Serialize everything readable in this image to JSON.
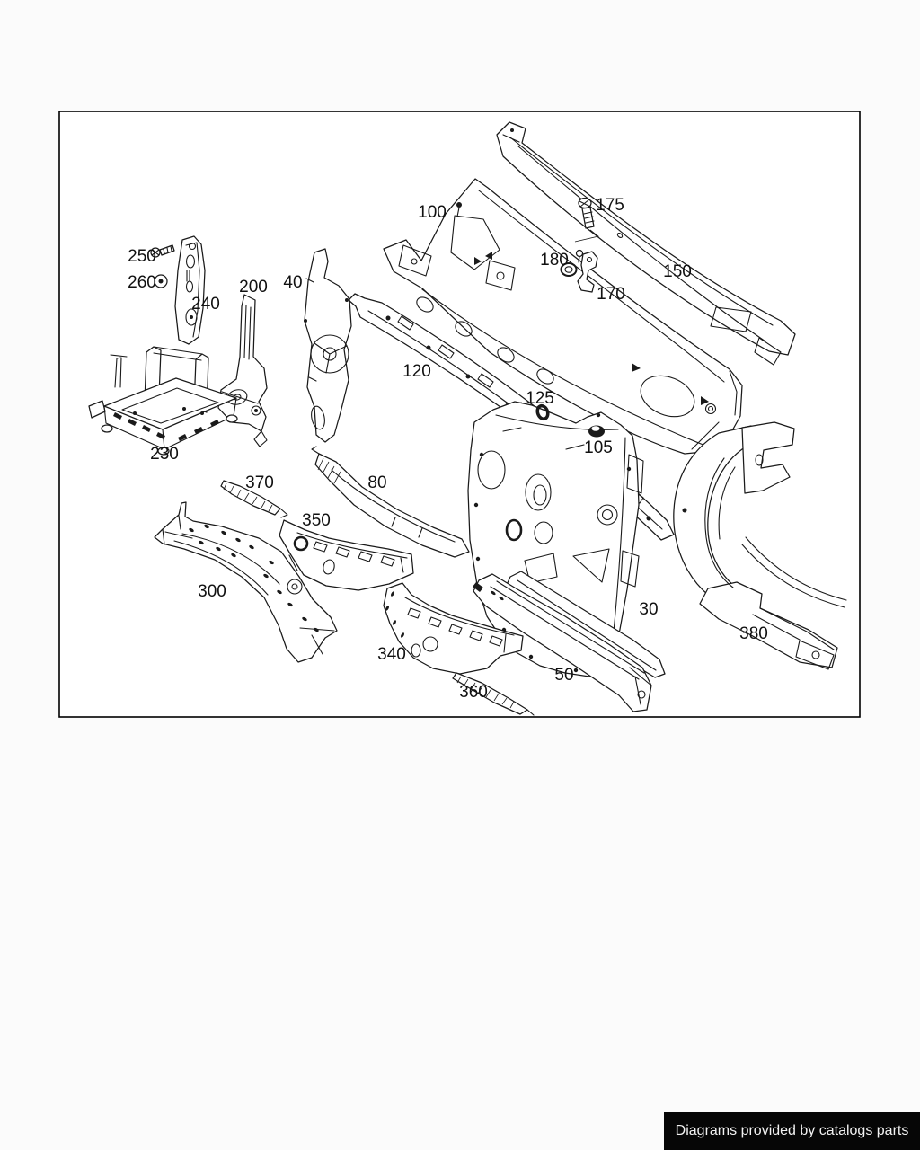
{
  "diagram": {
    "type": "exploded-parts-line-drawing",
    "line_color": "#1a1a1a",
    "frame_border_color": "#000000",
    "labels": {
      "p30": "30",
      "p40": "40",
      "p50": "50",
      "p80": "80",
      "p100": "100",
      "p105": "105",
      "p120": "120",
      "p125": "125",
      "p150": "150",
      "p170": "170",
      "p175": "175",
      "p180": "180",
      "p200": "200",
      "p230": "230",
      "p240": "240",
      "p250": "250",
      "p260": "260",
      "p300": "300",
      "p340": "340",
      "p350": "350",
      "p360": "360",
      "p370": "370",
      "p380": "380"
    }
  },
  "footer": {
    "text": "Diagrams provided by catalogs parts",
    "background": "#060606",
    "text_color": "#f2f2f2"
  }
}
